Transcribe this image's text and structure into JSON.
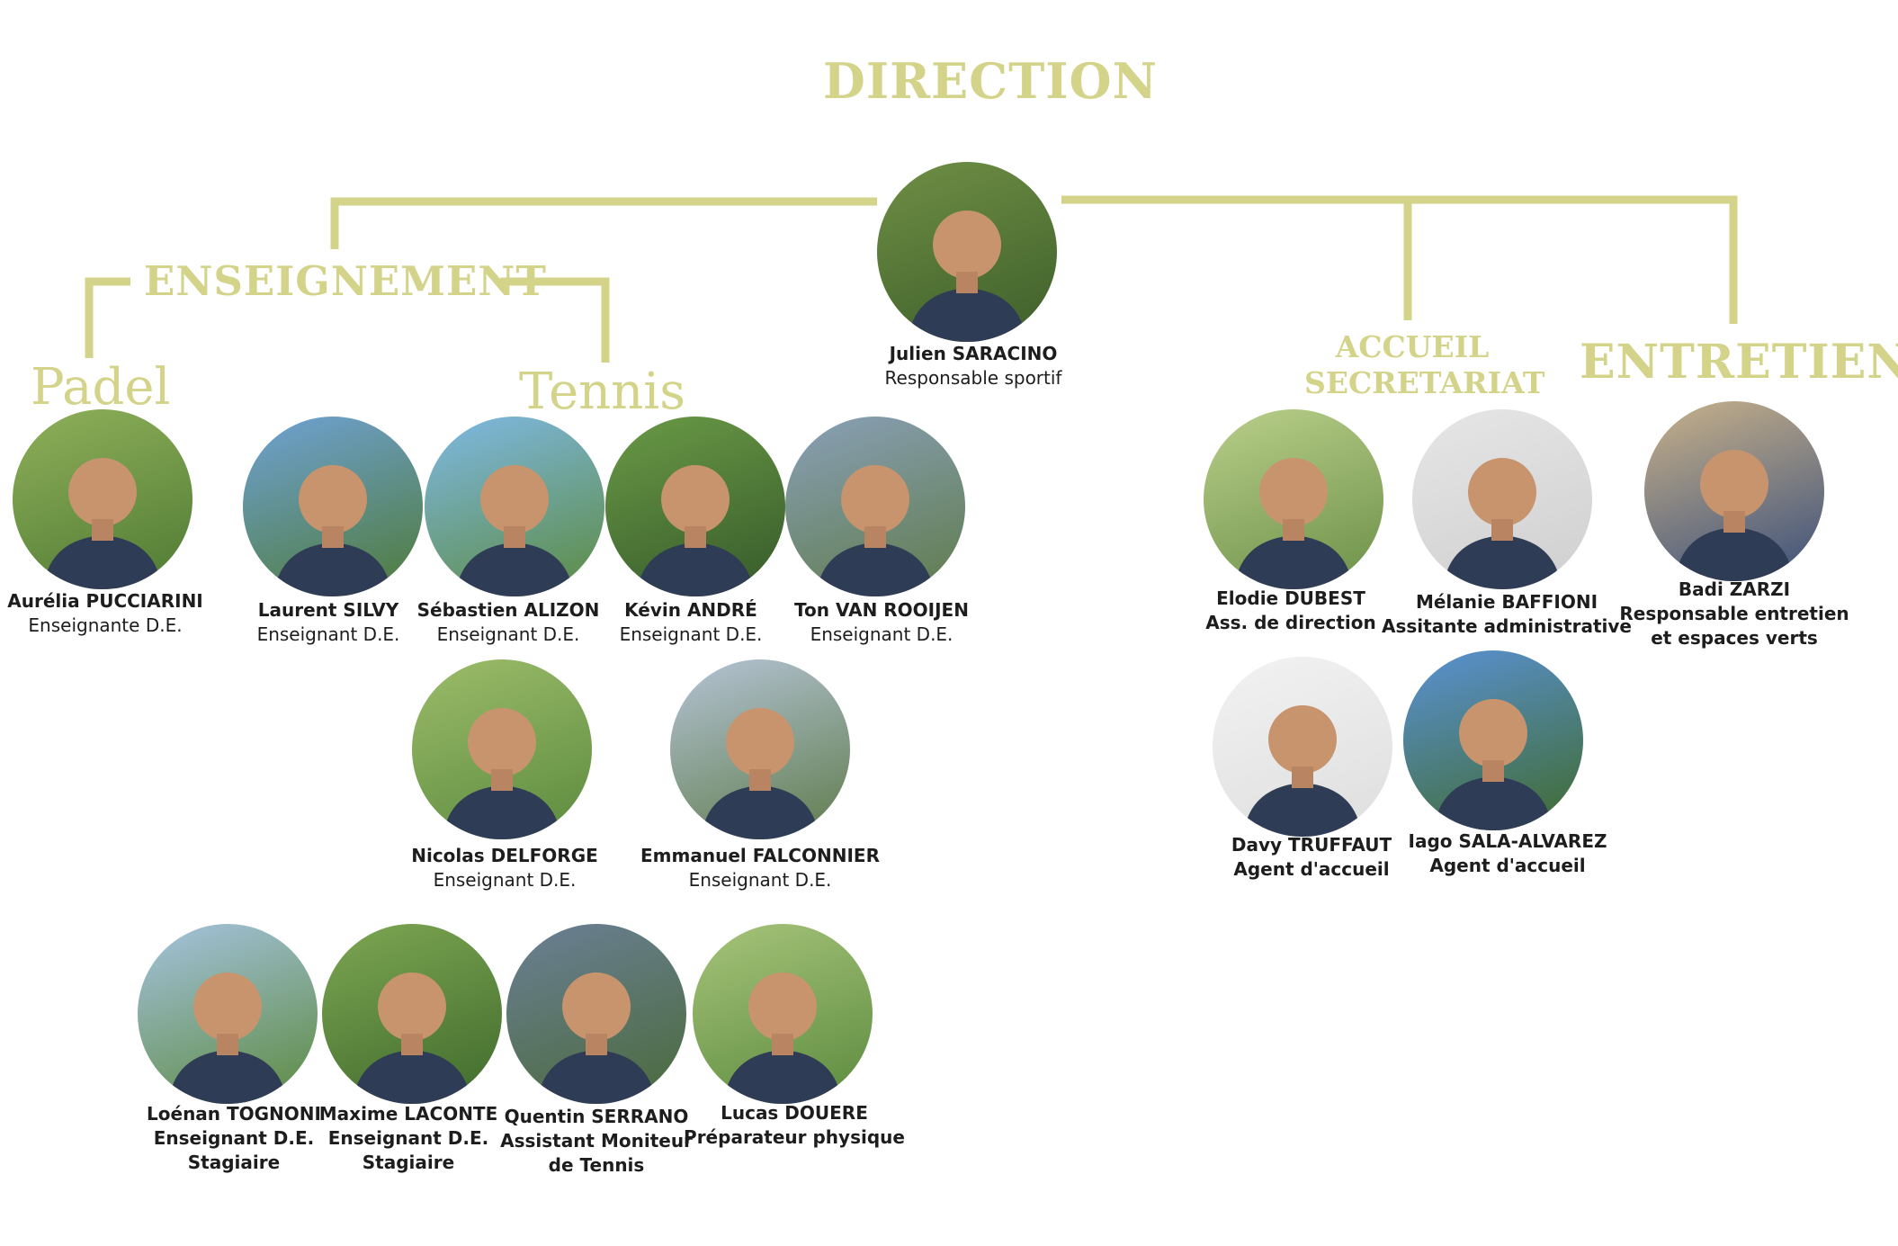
{
  "headings": {
    "direction": "DIRECTION",
    "enseignement": "ENSEIGNEMENT",
    "padel": "Padel",
    "tennis": "Tennis",
    "accueil_line1": "ACCUEIL",
    "accueil_line2": "SECRETARIAT",
    "entretien": "ENTRETIEN"
  },
  "colors": {
    "accent": "#d3d38a",
    "text": "#1d1d1d"
  },
  "people": {
    "saracino": {
      "name": "Julien SARACINO",
      "role": "Responsable sportif"
    },
    "pucciarini": {
      "name": "Aurélia PUCCIARINI",
      "role": "Enseignante D.E."
    },
    "silvy": {
      "name": "Laurent SILVY",
      "role": "Enseignant D.E."
    },
    "alizon": {
      "name": "Sébastien ALIZON",
      "role": "Enseignant D.E."
    },
    "andre": {
      "name": "Kévin ANDRÉ",
      "role": "Enseignant D.E."
    },
    "vanrooijen": {
      "name": "Ton VAN ROOIJEN",
      "role": "Enseignant D.E."
    },
    "delforge": {
      "name": "Nicolas DELFORGE",
      "role": "Enseignant D.E."
    },
    "falconnier": {
      "name": "Emmanuel FALCONNIER",
      "role": "Enseignant D.E."
    },
    "tognoni": {
      "name": "Loénan TOGNONI",
      "role": "Enseignant D.E.",
      "role2": "Stagiaire"
    },
    "laconte": {
      "name": "Maxime LACONTE",
      "role": "Enseignant D.E.",
      "role2": "Stagiaire"
    },
    "serrano": {
      "name": "Quentin SERRANO",
      "role": "Assistant Moniteur",
      "role2": "de Tennis"
    },
    "douere": {
      "name": "Lucas DOUERE",
      "role": "Préparateur physique"
    },
    "dubest": {
      "name": "Elodie DUBEST",
      "role": "Ass. de direction"
    },
    "baffioni": {
      "name": "Mélanie BAFFIONI",
      "role": "Assitante administrative"
    },
    "zarzi": {
      "name": "Badi ZARZI",
      "role": "Responsable entretien",
      "role2": "et espaces verts"
    },
    "truffaut": {
      "name": "Davy TRUFFAUT",
      "role": "Agent d'accueil"
    },
    "sala": {
      "name": "Iago SALA-ALVAREZ",
      "role": "Agent d'accueil"
    }
  }
}
